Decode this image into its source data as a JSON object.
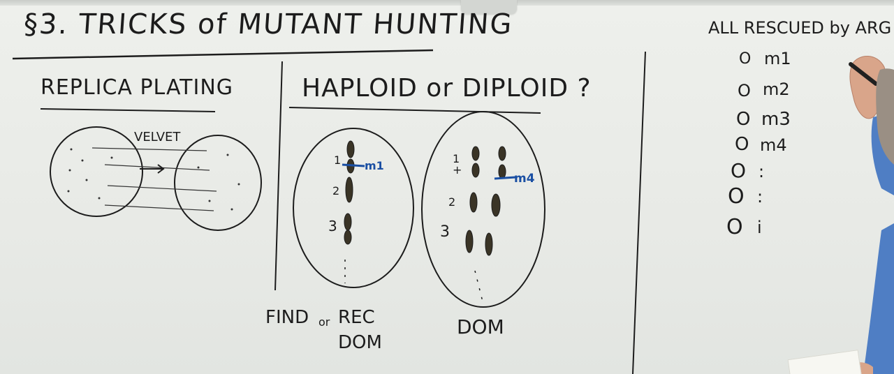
{
  "board": {
    "title": "§3. TRICKS of MUTANT HUNTING",
    "replica": {
      "heading": "REPLICA PLATING",
      "velvet": "VELVET"
    },
    "haploid": {
      "heading": "HAPLOID or DIPLOID ?",
      "left_plate": {
        "row_numbers": [
          "1",
          "2",
          "3"
        ],
        "mutation": "m1"
      },
      "right_plate": {
        "row_numbers": [
          "1",
          "2",
          "3"
        ],
        "plus": "+",
        "mutation": "m4"
      },
      "caption_left_line1": "FIND",
      "caption_left_or": "or",
      "caption_left_rec": "REC",
      "caption_left_line2": "DOM",
      "caption_right": "DOM"
    },
    "rescue": {
      "heading": "ALL RESCUED by ARG",
      "items": [
        {
          "bullet": "O",
          "label": "m1"
        },
        {
          "bullet": "O",
          "label": "m2"
        },
        {
          "bullet": "O",
          "label": "m3"
        },
        {
          "bullet": "O",
          "label": "m4"
        },
        {
          "bullet": "O",
          "label": ":"
        },
        {
          "bullet": "O",
          "label": ":"
        },
        {
          "bullet": "O",
          "label": "i"
        }
      ]
    }
  },
  "colors": {
    "board": "#e9ebe7",
    "ink": "#1c1c1c",
    "blue_ink": "#1a4fa3",
    "shirt": "#4f7ec4"
  }
}
